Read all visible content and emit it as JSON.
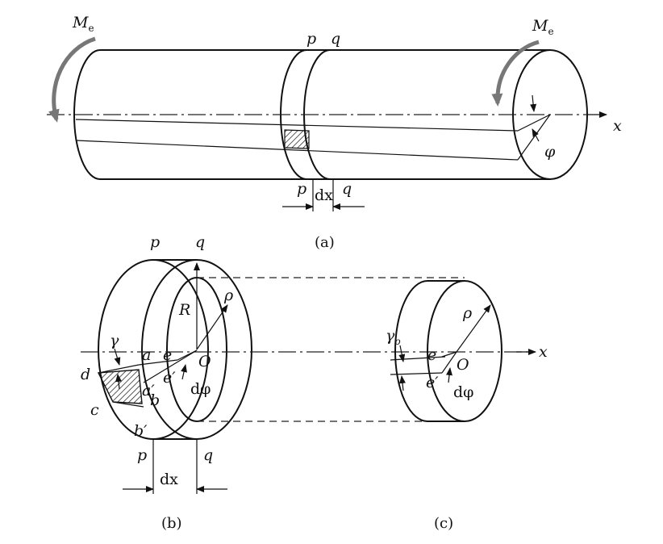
{
  "labels": {
    "moment_left": "M",
    "moment_left_sub": "e",
    "moment_right": "M",
    "moment_right_sub": "e",
    "p_top": "p",
    "q_top": "q",
    "p_bot": "p",
    "q_bot": "q",
    "dx_a": "dx",
    "x_a": "x",
    "phi_a": "φ",
    "caption_a": "(a)",
    "p_b_top": "p",
    "q_b_top": "q",
    "R": "R",
    "rho_b": "ρ",
    "gamma": "γ",
    "a": "a",
    "a_prime": "a′",
    "e_b": "e",
    "e_prime_b": "e′",
    "O_b": "O",
    "dphi_b": "dφ",
    "d": "d",
    "c": "c",
    "b": "b",
    "b_prime": "b′",
    "p_b_bot": "p",
    "q_b_bot": "q",
    "dx_b": "dx",
    "caption_b": "(b)",
    "gamma_rho": "γ",
    "gamma_rho_sub": "ρ",
    "rho_c": "ρ",
    "e_c": "e",
    "e_prime_c": "e′",
    "O_c": "O",
    "dphi_c": "dφ",
    "x_c": "x",
    "caption_c": "(c)"
  },
  "colors": {
    "line": "#111111",
    "moment_arrow": "#777777",
    "background": "#ffffff"
  }
}
